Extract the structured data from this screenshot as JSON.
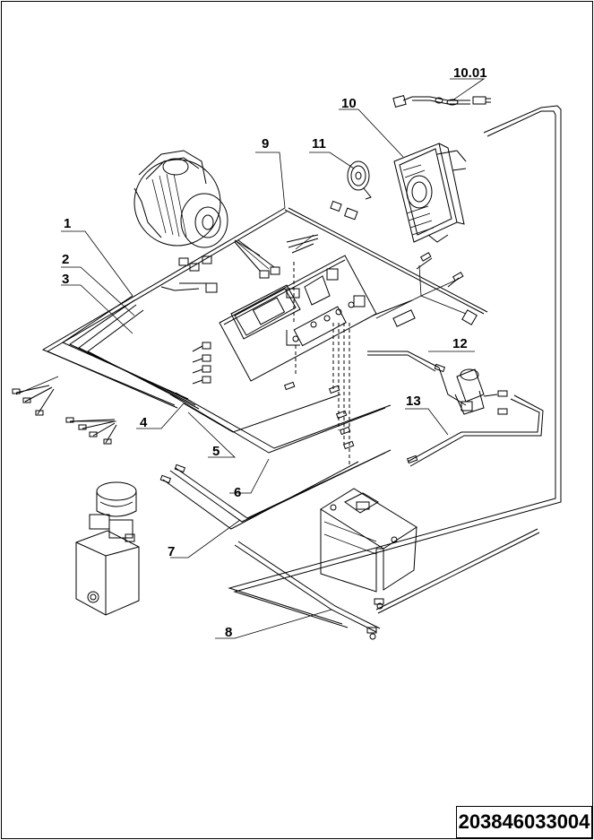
{
  "diagram": {
    "callouts": [
      "1",
      "2",
      "3",
      "4",
      "5",
      "6",
      "7",
      "8",
      "9",
      "10",
      "10.01",
      "11",
      "12",
      "13"
    ],
    "components": {
      "motor": "motor-icon",
      "controller_panel": "panel-icon",
      "charger": "charger-icon",
      "horn": "horn-icon",
      "battery": "battery-icon",
      "pump": "pump-icon",
      "key_switch": "key-switch-icon",
      "power_cord": "plug-icon"
    }
  },
  "document_number": "203846033004"
}
